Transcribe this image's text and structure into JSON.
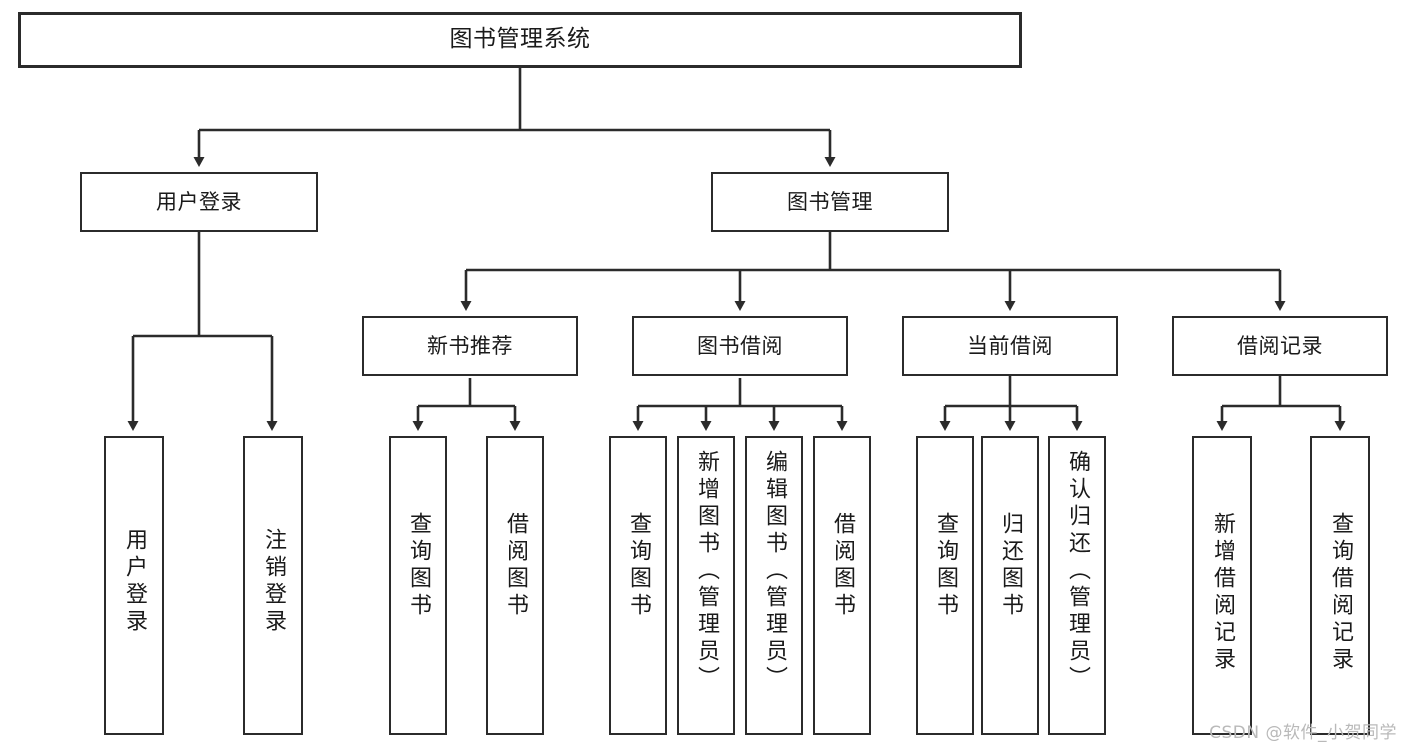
{
  "diagram": {
    "type": "tree-hierarchy",
    "title": "图书管理系统",
    "orientation": "top-down",
    "levels": 4,
    "line_color": "#2b2b2b",
    "box_fill": "#ffffff",
    "text_color": "#1a1a1a"
  },
  "nodes": {
    "root": {
      "label": "图书管理系统"
    },
    "level2": [
      {
        "label": "用户登录"
      },
      {
        "label": "图书管理"
      }
    ],
    "level3": [
      {
        "label": "新书推荐"
      },
      {
        "label": "图书借阅"
      },
      {
        "label": "当前借阅"
      },
      {
        "label": "借阅记录"
      }
    ],
    "leaves_user_login": [
      {
        "label": "用户登录"
      },
      {
        "label": "注销登录"
      }
    ],
    "leaves_new_book": [
      {
        "label": "查询图书"
      },
      {
        "label": "借阅图书"
      }
    ],
    "leaves_borrow": [
      {
        "label": "查询图书"
      },
      {
        "label": "新增图书（管理员）"
      },
      {
        "label": "编辑图书（管理员）"
      },
      {
        "label": "借阅图书"
      }
    ],
    "leaves_current": [
      {
        "label": "查询图书"
      },
      {
        "label": "归还图书"
      },
      {
        "label": "确认归还（管理员）"
      }
    ],
    "leaves_record": [
      {
        "label": "新增借阅记录"
      },
      {
        "label": "查询借阅记录"
      }
    ]
  },
  "watermark": {
    "text": "CSDN @软件_小贺同学"
  }
}
